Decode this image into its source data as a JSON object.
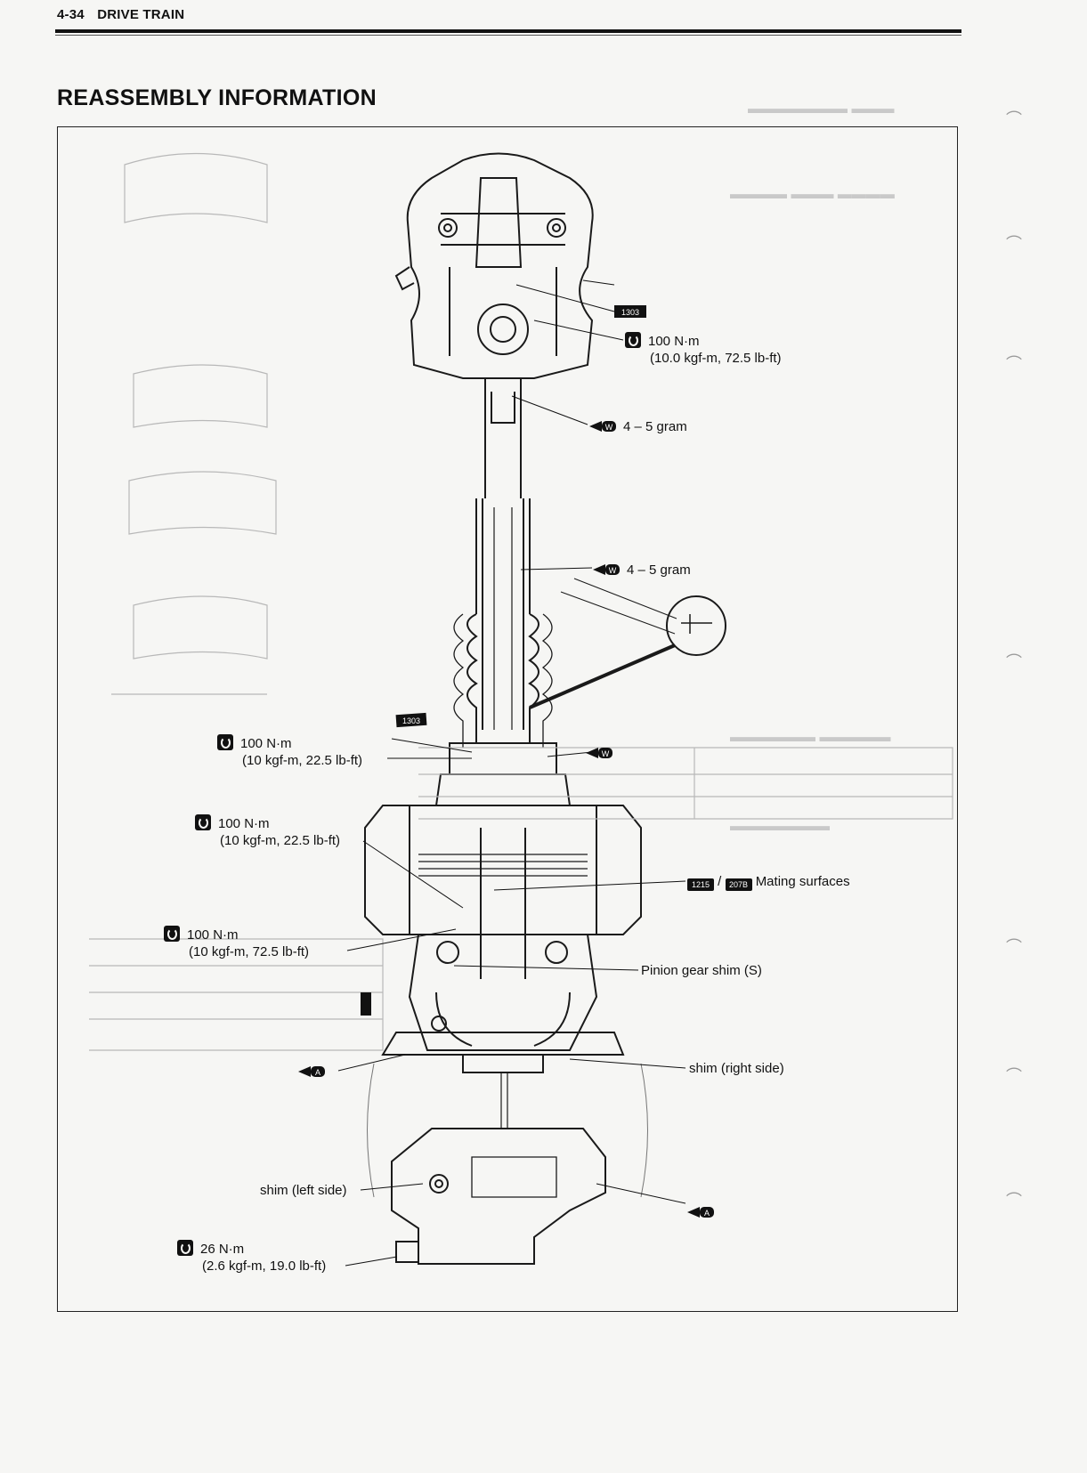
{
  "header": {
    "page": "4-34",
    "section": "DRIVE TRAIN"
  },
  "title": "REASSEMBLY INFORMATION",
  "labels": {
    "torque_top": {
      "value": "100 N·m",
      "detail": "(10.0 kgf-m, 72.5 lb-ft)"
    },
    "grease_upper": "4 – 5 gram",
    "grease_middle": "4 – 5 gram",
    "torque_left1": {
      "value": "100 N·m",
      "detail": "(10 kgf-m, 22.5 lb-ft)"
    },
    "torque_left2": {
      "value": "100 N·m",
      "detail": "(10 kgf-m, 22.5 lb-ft)"
    },
    "torque_left3": {
      "value": "100 N·m",
      "detail": "(10 kgf-m, 72.5 lb-ft)"
    },
    "mating": {
      "code1": "1215",
      "code2": "207B",
      "sep": "/",
      "text": "Mating surfaces"
    },
    "pinion_shim": "Pinion gear shim (S)",
    "shim_right": "shim (right side)",
    "shim_left": "shim (left side)",
    "torque_bottom": {
      "value": "26 N·m",
      "detail": "(2.6 kgf-m, 19.0 lb-ft)"
    }
  },
  "icons": {
    "torque": "torque-wrench-icon",
    "grease_w": "grease-gun-w-icon",
    "grease_a": "grease-gun-a-icon",
    "thread_lock": "thread-lock-1303-icon",
    "sealant": "sealant-1215-icon"
  },
  "codes": {
    "thread_lock": "1303"
  }
}
